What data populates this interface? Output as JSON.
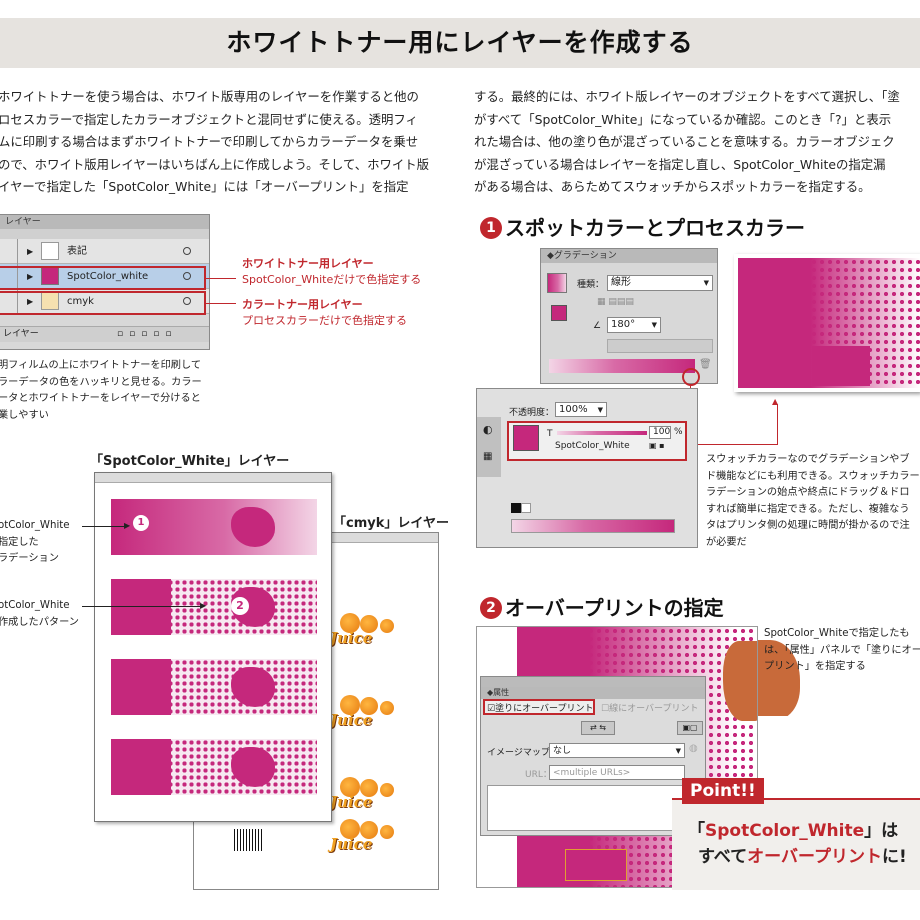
{
  "title": "ホワイトトナー用にレイヤーを作成する",
  "intro_left": [
    "ホワイトトナーを使う場合は、ホワイト版専用のレイヤーを作業すると他の",
    "ロセスカラーで指定したカラーオブジェクトと混同せずに使える。透明フィ",
    "ムに印刷する場合はまずホワイトトナーで印刷してからカラーデータを乗せ",
    "ので、ホワイト版用レイヤーはいちばん上に作成しよう。そして、ホワイト版",
    "イヤーで指定した「SpotColor_White」には「オーバープリント」を指定"
  ],
  "intro_right": [
    "する。最終的には、ホワイト版レイヤーのオブジェクトをすべて選択し、「塗",
    "がすべて「SpotColor_White」になっているか確認。このとき「?」と表示",
    "れた場合は、他の塗り色が混ざっていることを意味する。カラーオブジェク",
    "が混ざっている場合はレイヤーを指定し直し、SpotColor_Whiteの指定漏",
    "がある場合は、あらためてスウォッチからスポットカラーを指定する。"
  ],
  "layers_panel": {
    "tab": "レイヤー",
    "footer_label": "レイヤー",
    "rows": [
      {
        "name": "表記"
      },
      {
        "name": "SpotColor_white"
      },
      {
        "name": "cmyk"
      }
    ]
  },
  "callouts": {
    "white_title": "ホワイトトナー用レイヤー",
    "white_sub": "SpotColor_Whiteだけで色指定する",
    "color_title": "カラートナー用レイヤー",
    "color_sub": "プロセスカラーだけで色指定する"
  },
  "caption_left": [
    "明フィルムの上にホワイトトナーを印刷して",
    "ラーデータの色をハッキリと見せる。カラー",
    "ータとホワイトトナーをレイヤーで分けると",
    "業しやすい"
  ],
  "doc_white_label": "「SpotColor_White」レイヤー",
  "doc_cmyk_label": "「cmyk」レイヤー",
  "annotations": {
    "a1_lines": [
      "otColor_White",
      "指定した",
      "ラデーション"
    ],
    "a2_lines": [
      "otColor_White",
      "作成したパターン"
    ],
    "marker1": "1",
    "marker2": "2"
  },
  "juice_text": "Juice",
  "section1": {
    "num": "1",
    "title": "スポットカラーとプロセスカラー"
  },
  "gradient_panel": {
    "tab": "グラデーション",
    "type_label": "種類：",
    "type_value": "線形",
    "angle_value": "180°",
    "opacity_label": "不透明度：",
    "opacity_value": "100%",
    "tint_t": "T",
    "tint_value": "100",
    "tint_unit": "%",
    "swatch_name": "SpotColor_White"
  },
  "note1": [
    "スウォッチカラーなのでグラデーションやブ",
    "ド機能などにも利用できる。スウォッチカラー",
    "ラデーションの始点や終点にドラッグ＆ドロ",
    "すれば簡単に指定できる。ただし、複雑なう",
    "タはプリンタ側の処理に時間が掛かるので注",
    "が必要だ"
  ],
  "section2": {
    "num": "2",
    "title": "オーバープリントの指定"
  },
  "attr_panel": {
    "tab": "属性",
    "fill_overprint": "塗りにオーバープリント",
    "stroke_overprint": "線にオーバープリント",
    "imagemap_label": "イメージマップ：",
    "imagemap_value": "なし",
    "url_label": "URL：",
    "url_value": "<multiple URLs>"
  },
  "note2": [
    "SpotColor_Whiteで指定したも",
    "は、「属性」パネルで「塗りにオーバ",
    "プリント」を指定する"
  ],
  "point": {
    "badge": "Point!!",
    "line1_a": "「",
    "line1_b": "SpotColor_White",
    "line1_c": "」は",
    "line2_a": "すべて",
    "line2_b": "オーバープリント",
    "line2_c": "に!"
  },
  "colors": {
    "accent_red": "#c0272d",
    "magenta": "#c5287c",
    "header_bg": "#e6e3df"
  }
}
